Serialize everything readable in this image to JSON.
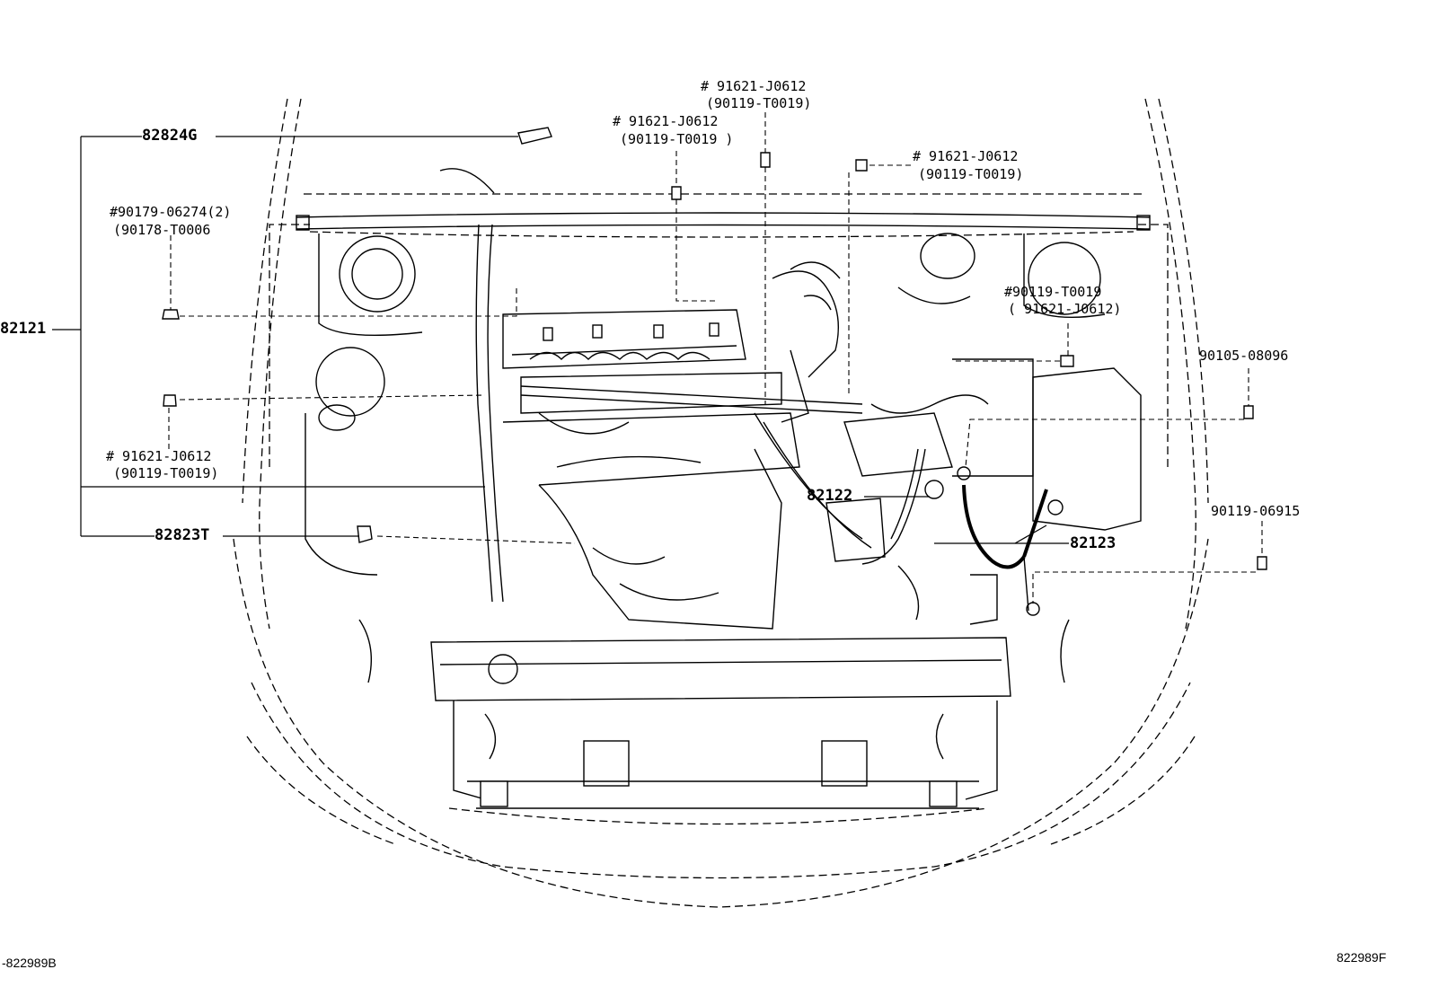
{
  "parts": {
    "p82824G": "82824G",
    "p82121": "82121",
    "p82122": "82122",
    "p82123": "82123",
    "p82823T": "82823T"
  },
  "fasteners": {
    "left_top_a": "#90179-06274(2)",
    "left_top_b": "(90178-T0006",
    "left_bottom_a": "# 91621-J0612",
    "left_bottom_b": "(90119-T0019)",
    "center_left_a": "# 91621-J0612",
    "center_left_b": "(90119-T0019 )",
    "center_top_a": "# 91621-J0612",
    "center_top_b": "(90119-T0019)",
    "center_right_a": "# 91621-J0612",
    "center_right_b": "(90119-T0019)",
    "right_a": "#90119-T0019",
    "right_b": "( 91621-J0612)",
    "right_c": "90105-08096",
    "right_d": "90119-06915"
  },
  "footer": {
    "left_code": "-822989B",
    "right_code": "822989F"
  }
}
